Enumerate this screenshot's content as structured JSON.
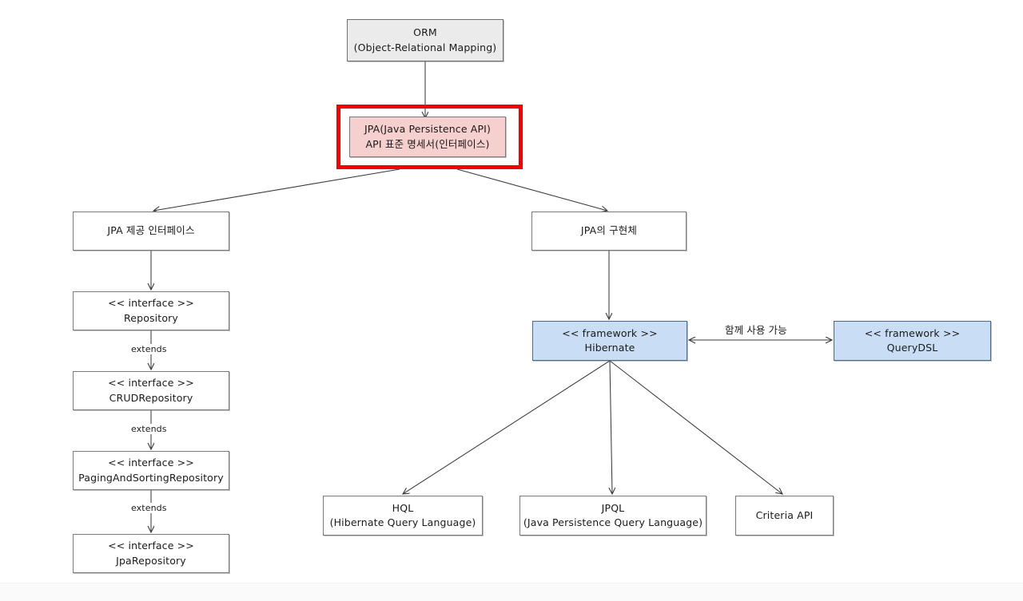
{
  "diagram": {
    "title": "JPA Architecture Diagram",
    "background": "#ffffff",
    "colors": {
      "node_border": "#7a7a7a",
      "node_fill_default": "#ffffff",
      "fill_gray": "#ebebeb",
      "fill_pink": "#f6cfcf",
      "fill_blue": "#c9ddf4",
      "highlight": "#f40000",
      "edge": "#3a3a3a",
      "text": "#1a1a1a"
    },
    "nodes": {
      "orm": {
        "line1": "ORM",
        "line2": "(Object-Relational Mapping)"
      },
      "jpa": {
        "line1": "JPA(Java Persistence API)",
        "line2": "API 표준 명세서(인터페이스)"
      },
      "jpa_interfaces": {
        "line1": "JPA 제공 인터페이스",
        "line2": ""
      },
      "jpa_impl": {
        "line1": "JPA의 구현체",
        "line2": ""
      },
      "repository": {
        "line1": "<< interface >>",
        "line2": "Repository"
      },
      "crud_repository": {
        "line1": "<< interface >>",
        "line2": "CRUDRepository"
      },
      "paging_repository": {
        "line1": "<< interface >>",
        "line2": "PagingAndSortingRepository"
      },
      "jpa_repository": {
        "line1": "<< interface >>",
        "line2": "JpaRepository"
      },
      "hibernate": {
        "line1": "<< framework >>",
        "line2": "Hibernate"
      },
      "querydsl": {
        "line1": "<< framework >>",
        "line2": "QueryDSL"
      },
      "hql": {
        "line1": "HQL",
        "line2": "(Hibernate Query Language)"
      },
      "jpql": {
        "line1": "JPQL",
        "line2": "(Java Persistence Query Language)"
      },
      "criteria_api": {
        "line1": "Criteria API",
        "line2": ""
      }
    },
    "edge_labels": {
      "extends_1": "extends",
      "extends_2": "extends",
      "extends_3": "extends",
      "hibernate_querydsl": "함께 사용 가능"
    }
  }
}
